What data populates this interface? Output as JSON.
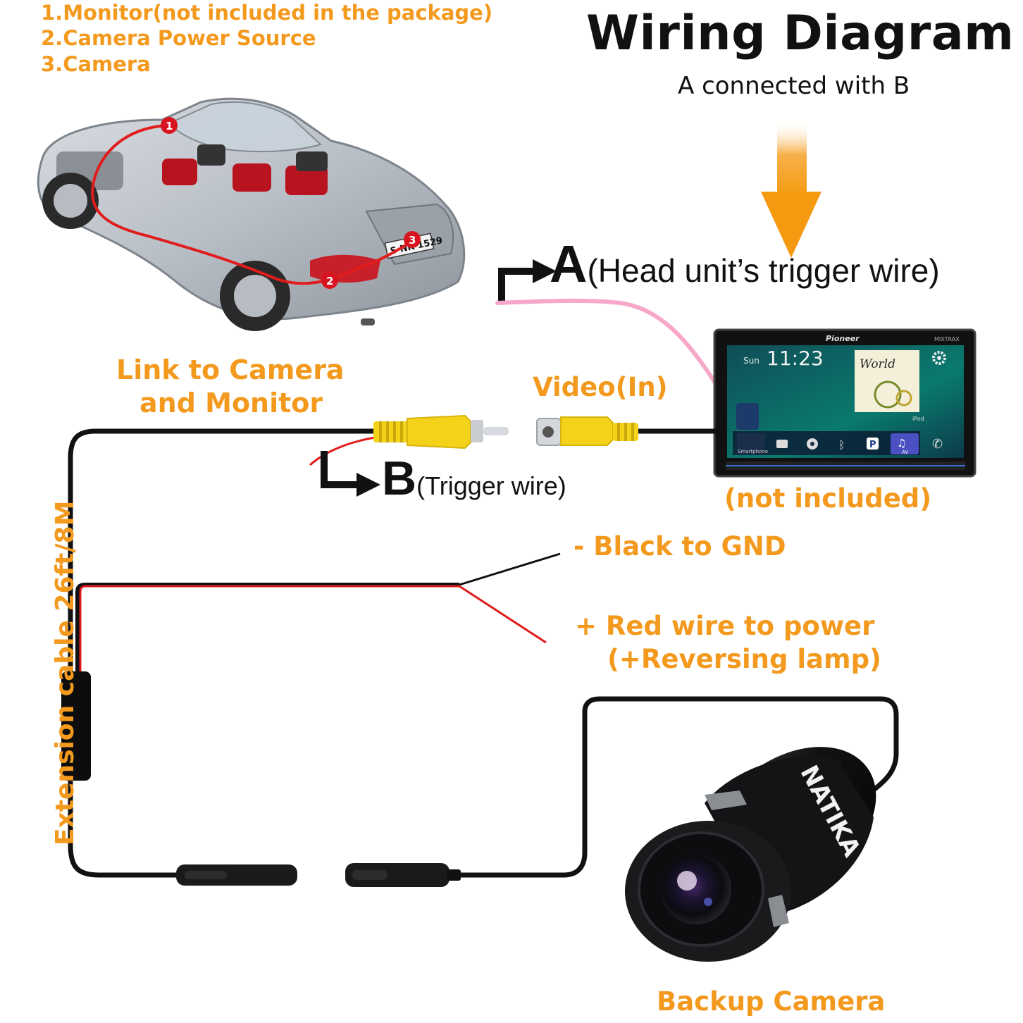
{
  "legend": {
    "item1": "1.Monitor(not included in the package)",
    "item2": "2.Camera Power Source",
    "item3": "3.Camera"
  },
  "header": {
    "title": "Wiring Diagram",
    "subtitle": "A connected with B"
  },
  "wire_a": {
    "letter": "A",
    "description": "(Head unit’s trigger wire)"
  },
  "wire_b": {
    "letter": "B",
    "description": "(Trigger wire)"
  },
  "labels": {
    "link_line1": "Link to Camera",
    "link_line2": "and Monitor",
    "video_in": "Video(In)",
    "not_included": "(not included)",
    "black_gnd": "- Black to GND",
    "red_power": "+ Red wire to power",
    "reversing_lamp": "(+Reversing lamp)",
    "extension_cable": "Extension cable 26ft/8M",
    "backup_camera": "Backup Camera"
  },
  "car": {
    "markers": [
      "1",
      "2",
      "3"
    ],
    "plate": "S NK 1529"
  },
  "monitor": {
    "brand": "Pioneer",
    "badge": "MIXTRAX",
    "day": "Sun",
    "time": "11:23",
    "album_text": "World",
    "apps": [
      "Smartphone",
      "iPod",
      "AV"
    ]
  },
  "camera": {
    "brand": "NATIKA"
  },
  "colors": {
    "label_orange": "#f39a1e",
    "wire_black": "#111111",
    "wire_red": "#e01b1b",
    "wire_pink": "#f7a8c9",
    "rca_yellow": "#f4d21a",
    "arrow_orange": "#f5a11c"
  }
}
